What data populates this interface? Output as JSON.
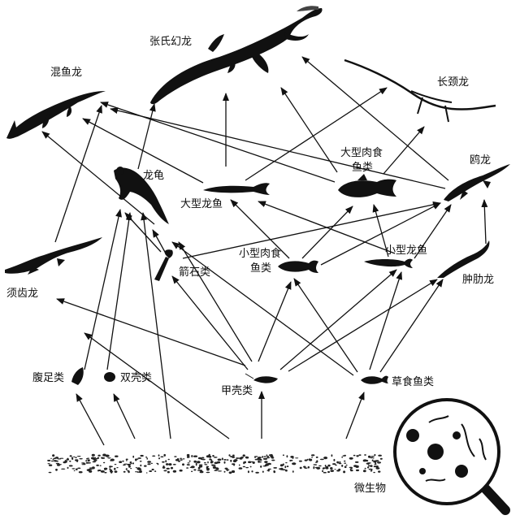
{
  "labels": {
    "zhangshi_huanlong": "张氏幻龙",
    "hunyulong": "混鱼龙",
    "changjinglong": "长颈龙",
    "oulong": "鸥龙",
    "longgui": "龙龟",
    "large_dragonfish": "大型龙鱼",
    "large_carnivorous_fish_1": "大型肉食",
    "large_carnivorous_fish_2": "鱼类",
    "small_carnivorous_fish_1": "小型肉食",
    "small_carnivorous_fish_2": "鱼类",
    "small_dragonfish": "小型龙鱼",
    "zhongleilong": "肿肋龙",
    "xuchilong": "须齿龙",
    "belemnites": "箭石类",
    "gastropods": "腹足类",
    "bivalves": "双壳类",
    "crustaceans": "甲壳类",
    "herbivorous_fish": "草食鱼类",
    "microorganisms": "微生物"
  },
  "colors": {
    "ink": "#111111",
    "background": "#ffffff"
  }
}
